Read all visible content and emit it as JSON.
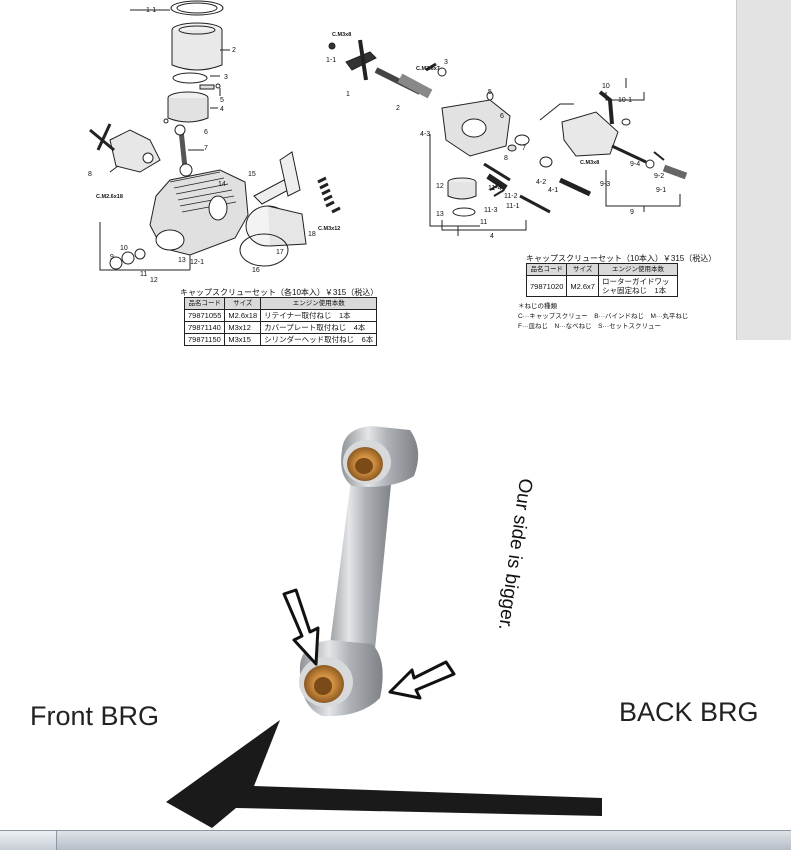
{
  "diagram": {
    "left_labels": [
      "1-1",
      "2",
      "3",
      "4",
      "5",
      "6",
      "7",
      "8",
      "C.M2.6x18",
      "9",
      "10",
      "11",
      "12",
      "12-1",
      "13",
      "14",
      "15",
      "16",
      "17",
      "18",
      "C.M3x12"
    ],
    "right_labels": [
      "C.M3x8",
      "1-1",
      "1",
      "2",
      "C.M2.6x7",
      "3",
      "4-3",
      "5",
      "6",
      "7",
      "8",
      "12",
      "13",
      "11-4",
      "11-3",
      "11-2",
      "11-1",
      "11",
      "4-2",
      "4-1",
      "4",
      "10",
      "10-1",
      "9-4",
      "C.M3x8",
      "9-3",
      "9-2",
      "9-1",
      "9"
    ]
  },
  "left_caption": "キャップスクリューセット（各10本入）￥315（税込）",
  "left_table": {
    "headers": [
      "品名コード",
      "サイズ",
      "エンジン使用本数"
    ],
    "rows": [
      [
        "79871055",
        "M2.6x18",
        "リテイナー取付ねじ　1本"
      ],
      [
        "79871140",
        "M3x12",
        "カバープレート取付ねじ　4本"
      ],
      [
        "79871150",
        "M3x15",
        "シリンダーヘッド取付ねじ　6本"
      ]
    ]
  },
  "right_caption": "キャップスクリューセット（10本入）￥315（税込）",
  "right_table": {
    "headers": [
      "品名コード",
      "サイズ",
      "エンジン使用本数"
    ],
    "rows": [
      [
        "79871020",
        "M2.6x7",
        "ローターガイドワッシャ固定ねじ　1本"
      ]
    ]
  },
  "legend": {
    "title": "＊ねじの種類",
    "line1": "C···キャップスクリュー　B···バインドねじ　M···丸平ねじ",
    "line2": "F···皿ねじ　N···なべねじ　S···セットスクリュー"
  },
  "photo": {
    "front_label": "Front BRG",
    "back_label": "BACK BRG",
    "rotated_note": "Our side is bigger."
  },
  "colors": {
    "gutter": "#e3e3e3",
    "bronze": "#c98a3c",
    "metal": "#b9bcbf",
    "arrow": "#1a1a1a"
  }
}
